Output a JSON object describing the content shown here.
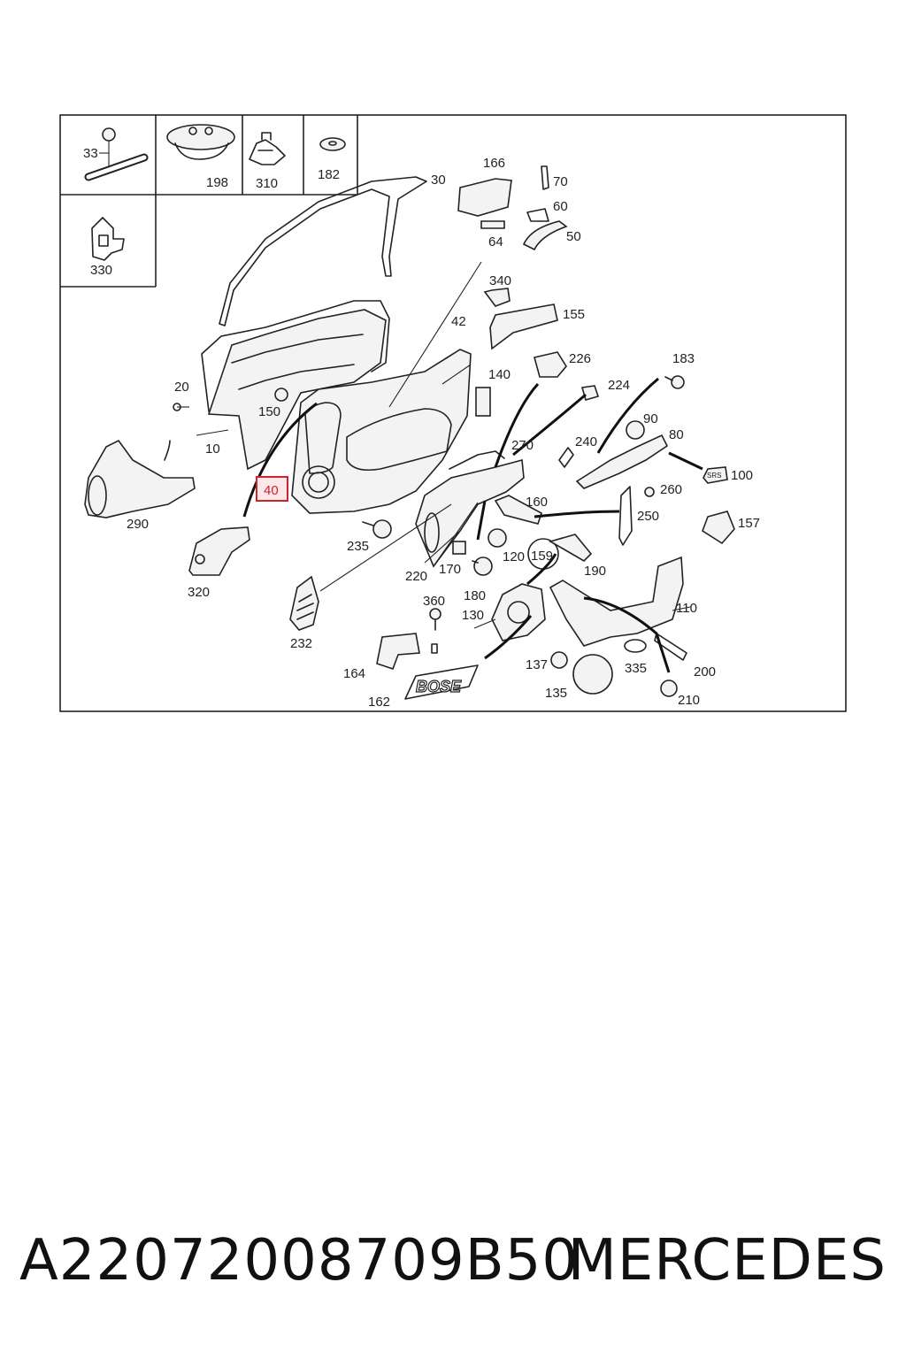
{
  "diagram": {
    "inset_labels": [
      "33",
      "198",
      "310",
      "182",
      "330"
    ],
    "callouts": [
      "30",
      "166",
      "70",
      "60",
      "64",
      "50",
      "340",
      "42",
      "155",
      "140",
      "226",
      "183",
      "224",
      "20",
      "150",
      "10",
      "270",
      "90",
      "80",
      "240",
      "100",
      "290",
      "40",
      "160",
      "260",
      "250",
      "157",
      "235",
      "220",
      "170",
      "120",
      "159",
      "190",
      "320",
      "360",
      "180",
      "130",
      "110",
      "232",
      "164",
      "137",
      "335",
      "200",
      "162",
      "135",
      "210"
    ],
    "highlighted_callout": "40",
    "badge_text": "SRS",
    "brand_logo_text": "BOSE",
    "colors": {
      "highlight_stroke": "#d0212b",
      "highlight_fill": "#fde8e9",
      "line": "#222222"
    }
  },
  "footer": {
    "part_number": "A22072008709B50",
    "brand": "MERCEDES"
  }
}
